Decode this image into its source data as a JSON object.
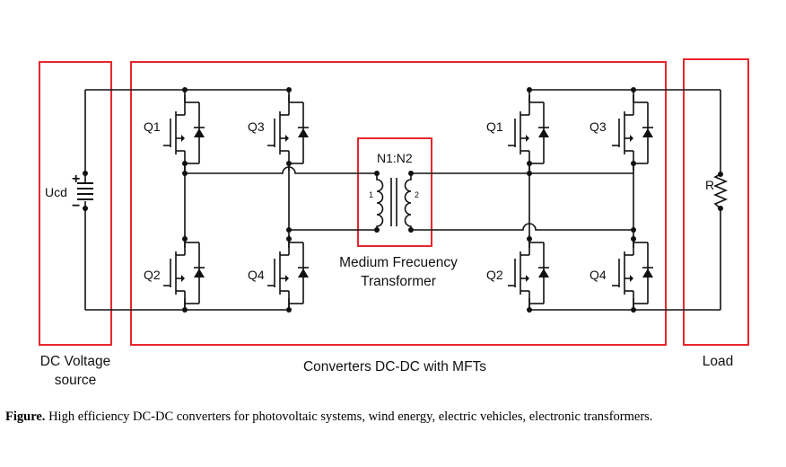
{
  "labels": {
    "q1_left": "Q1",
    "q3_left": "Q3",
    "q2_left": "Q2",
    "q4_left": "Q4",
    "q1_right": "Q1",
    "q3_right": "Q3",
    "q2_right": "Q2",
    "q4_right": "Q4",
    "source": "Ucd",
    "plus": "+",
    "minus": "−",
    "ratio": "N1:N2",
    "winding_primary": "1",
    "winding_secondary": "2",
    "transformer_line1": "Medium Frecuency",
    "transformer_line2": "Transformer",
    "load": "R",
    "box_source_line1": "DC Voltage",
    "box_source_line2": "source",
    "box_converter": "Converters DC-DC with MFTs",
    "box_load": "Load"
  },
  "caption": {
    "prefix": "Figure.",
    "text": " High efficiency DC-DC converters for photovoltaic systems, wind energy, electric vehicles, electronic transformers."
  },
  "colors": {
    "frame": "#e8262c",
    "wire": "#111111"
  }
}
